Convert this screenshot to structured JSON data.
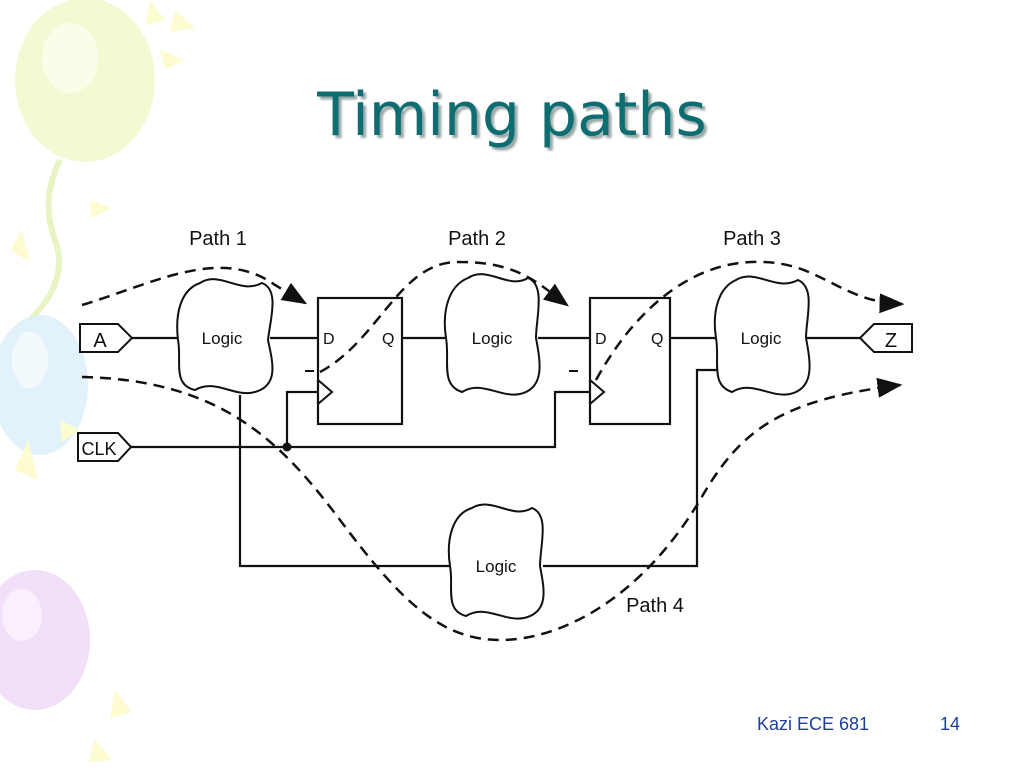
{
  "slide": {
    "title": "Timing paths",
    "footer_author": "Kazi ECE 681",
    "page_number": "14"
  },
  "diagram": {
    "inputs": {
      "a": "A",
      "clk": "CLK"
    },
    "output": "Z",
    "logic_label": "Logic",
    "flip_flop": {
      "d": "D",
      "q": "Q"
    },
    "paths": [
      "Path 1",
      "Path 2",
      "Path 3",
      "Path 4"
    ]
  },
  "colors": {
    "title": "#0e6d70",
    "footer": "#1c3f9e",
    "line": "#111111"
  }
}
